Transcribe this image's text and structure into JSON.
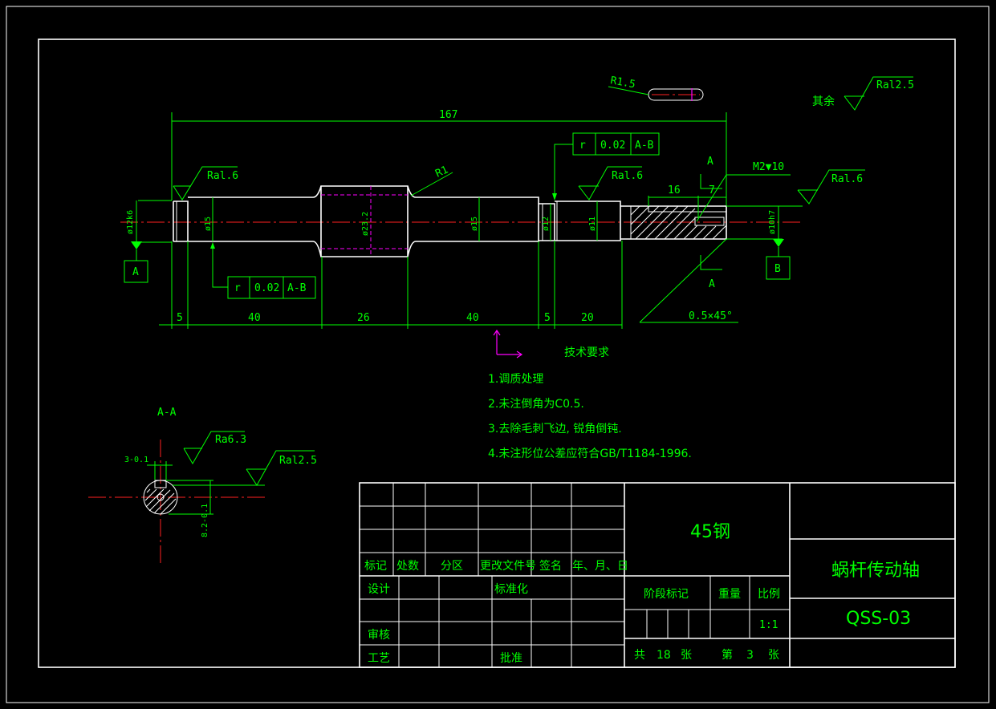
{
  "roughness": {
    "other_label": "其余",
    "other_value": "Ral2.5",
    "left_end": "Ral.6",
    "middle": "Ral.6",
    "right_end": "Ral.6",
    "section_key": "Ra6.3",
    "section_outer": "Ral2.5"
  },
  "slot": {
    "radius_label": "R1.5"
  },
  "dimensions": {
    "overall": "167",
    "fillet": "R1",
    "thread": "M2▼10",
    "seg_5a": "5",
    "seg_40a": "40",
    "seg_26": "26",
    "seg_40b": "40",
    "seg_5b": "5",
    "seg_20": "20",
    "key_16": "16",
    "key_7": "7",
    "chamfer": "0.5×45°",
    "d_left": "ø12k6",
    "d_15a": "ø15",
    "d_232": "ø23.2",
    "d_15b": "ø15",
    "d_12": "ø12",
    "d_11": "ø11",
    "d_right": "ø10h7"
  },
  "tolerance_frames": [
    {
      "symbol": "r",
      "value": "0.02",
      "datum": "A-B"
    },
    {
      "symbol": "r",
      "value": "0.02",
      "datum": "A-B"
    }
  ],
  "datums": {
    "a": "A",
    "b": "B"
  },
  "section": {
    "cut_label": "A",
    "title": "A-A",
    "key_width": "3-0.1",
    "key_depth": "8.2-0.1"
  },
  "tech_requirements": {
    "title": "技术要求",
    "items": [
      "1.调质处理",
      "2.未注倒角为C0.5.",
      "3.去除毛刺飞边, 锐角倒钝.",
      "4.未注形位公差应符合GB/T1184-1996."
    ]
  },
  "title_block": {
    "material": "45钢",
    "part_name": "蜗杆传动轴",
    "drawing_no": "QSS-03",
    "rev_headers": [
      "标记",
      "处数",
      "分区",
      "更改文件号",
      "签名",
      "年、月、日"
    ],
    "design": "设计",
    "standardize": "标准化",
    "review": "审核",
    "process": "工艺",
    "approve": "批准",
    "stage_mark": "阶段标记",
    "weight": "重量",
    "scale_label": "比例",
    "scale": "1:1",
    "sheets_prefix": "共",
    "sheets_total": "18",
    "sheets_unit": "张",
    "sheet_prefix": "第",
    "sheet_no": "3",
    "sheet_unit": "张"
  }
}
